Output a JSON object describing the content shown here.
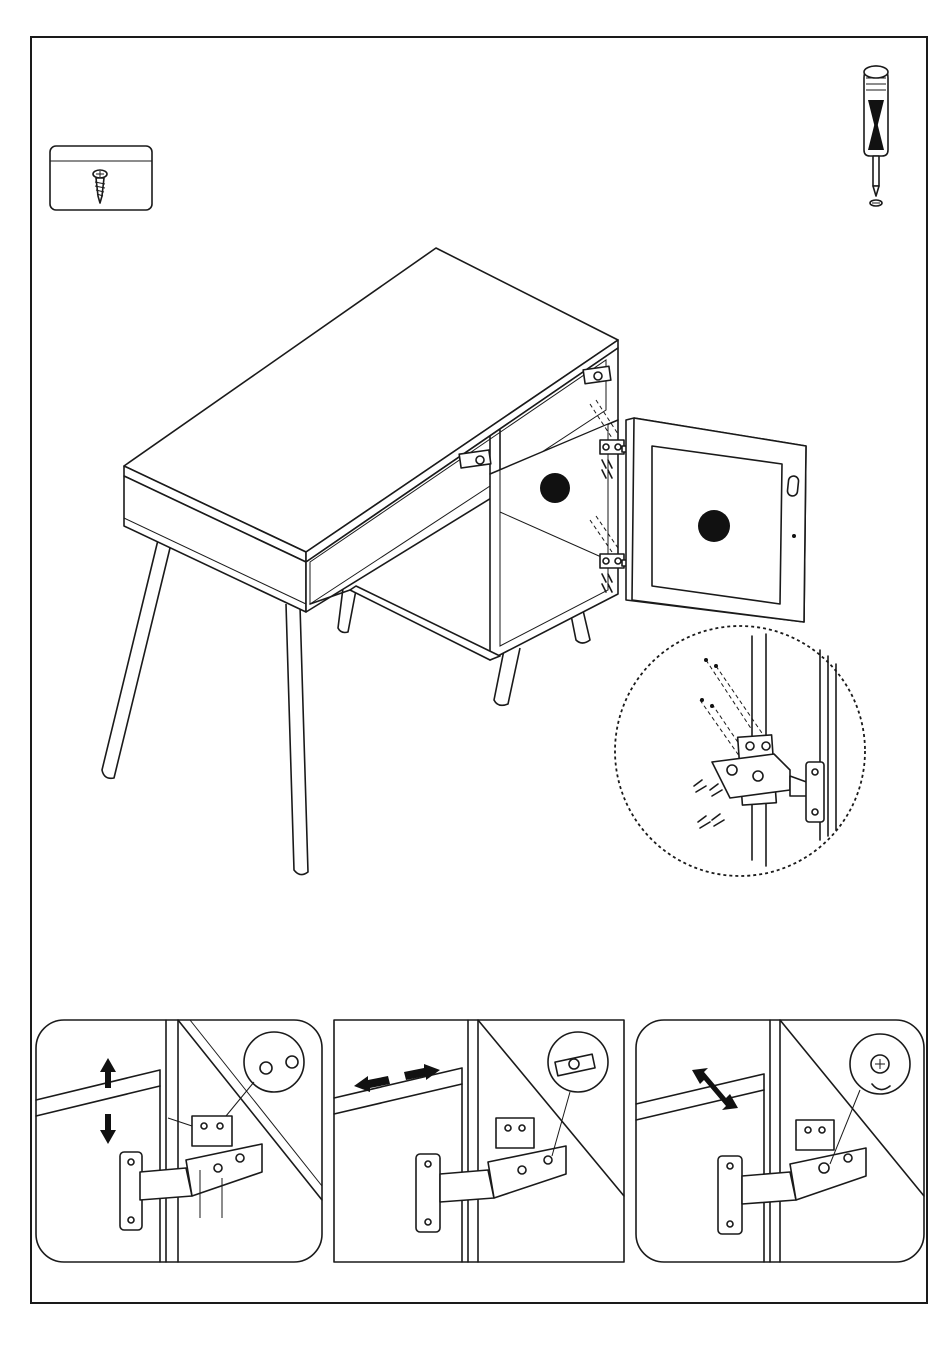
{
  "page": {
    "title": "",
    "step_number": "",
    "part_badges": [
      "",
      ""
    ],
    "hardware_box": {
      "label": "",
      "icon": "screw-icon"
    },
    "tool": {
      "icon": "screwdriver-icon"
    }
  },
  "adjustment_panels": [
    {
      "name": "height-adjustment",
      "arrow": "vertical"
    },
    {
      "name": "side-adjustment",
      "arrow": "horizontal"
    },
    {
      "name": "depth-adjustment",
      "arrow": "diagonal"
    }
  ],
  "colors": {
    "line": "#1a1a1a",
    "background": "#ffffff",
    "fill_dark": "#111111"
  }
}
